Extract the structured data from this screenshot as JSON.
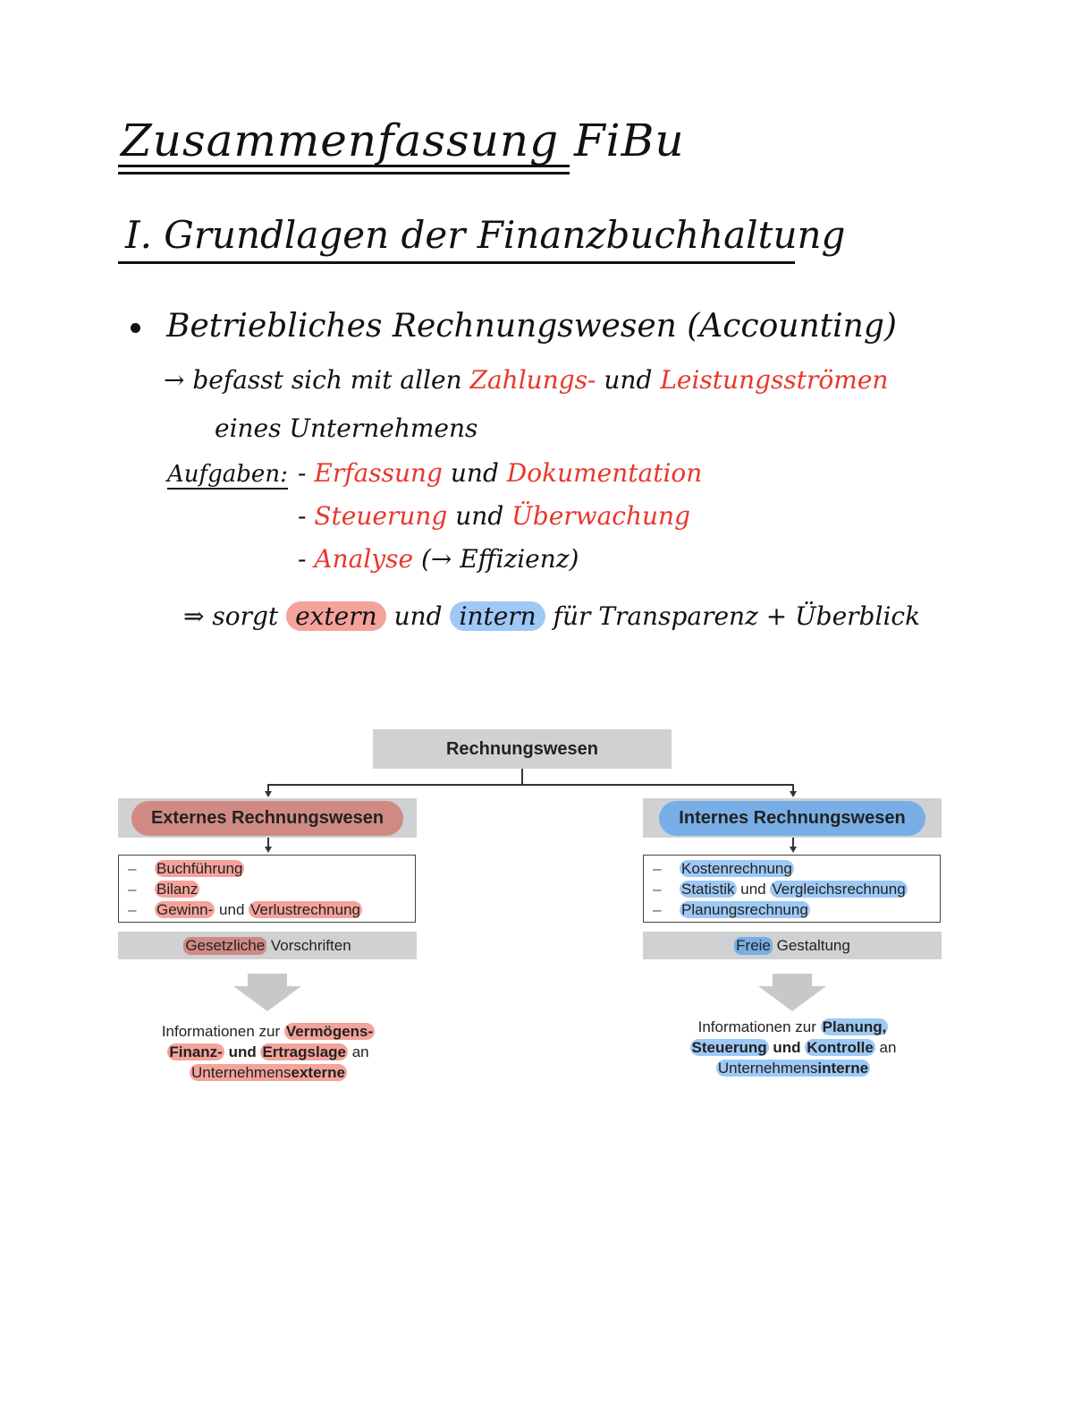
{
  "title": "Zusammenfassung FiBu",
  "section": "I. Grundlagen der Finanzbuchhaltung",
  "bullet": "Betriebliches Rechnungswesen (Accounting)",
  "line1": {
    "arrow": "→",
    "text1": "befasst sich mit allen",
    "red1": "Zahlungs-",
    "text2": "und",
    "red2": "Leistungsströmen"
  },
  "line2": "eines Unternehmens",
  "tasks": {
    "label": "Aufgaben:",
    "items": [
      {
        "dash": "-",
        "red1": "Erfassung",
        "mid": "und",
        "red2": "Dokumentation",
        "tail": ""
      },
      {
        "dash": "-",
        "red1": "Steuerung",
        "mid": "und",
        "red2": "Überwachung",
        "tail": ""
      },
      {
        "dash": "-",
        "red1": "Analyse",
        "mid": "",
        "red2": "",
        "tail": "(→ Effizienz)"
      }
    ]
  },
  "conclusion": {
    "prefix": "⇒ sorgt",
    "extern": "extern",
    "mid": "und",
    "intern": "intern",
    "suffix": "für Transparenz + Überblick"
  },
  "diagram": {
    "root": "Rechnungswesen",
    "external": {
      "title": "Externes Rechnungswesen",
      "items": [
        {
          "dash": "–",
          "hl1": "Buchführung",
          "plain": "",
          "hl2": ""
        },
        {
          "dash": "–",
          "hl1": "Bilanz",
          "plain": "",
          "hl2": ""
        },
        {
          "dash": "–",
          "hl1": "Gewinn-",
          "plain": " und ",
          "hl2": "Verlustrechnung"
        }
      ],
      "rule_hl": "Gesetzliche",
      "rule_plain": " Vorschriften",
      "info": {
        "p1": "Informationen zur ",
        "b1": "Vermögens-",
        "b2": "Finanz-",
        "p2": " und ",
        "b3": "Ertragslage",
        "p3": " an",
        "p4": "Unternehmens",
        "b4": "externe"
      }
    },
    "internal": {
      "title": "Internes Rechnungswesen",
      "items": [
        {
          "dash": "–",
          "hl1": "Kostenrechnung",
          "plain": "",
          "hl2": ""
        },
        {
          "dash": "–",
          "hl1": "Statistik",
          "plain": " und ",
          "hl2": "Vergleichsrechnung"
        },
        {
          "dash": "–",
          "hl1": "Planungsrechnung",
          "plain": "",
          "hl2": ""
        }
      ],
      "rule_hl": "Freie",
      "rule_plain": " Gestaltung",
      "info": {
        "p1": "Informationen zur ",
        "b1": "Planung,",
        "b2": "Steuerung",
        "p2": " und ",
        "b3": "Kontrolle",
        "p3": " an",
        "p4": "Unternehmens",
        "b4": "interne"
      }
    }
  },
  "colors": {
    "handwriting_red": "#e8372b",
    "highlight_red": "#f4a39b",
    "highlight_blue": "#9ec9f5",
    "box_grey": "#cfd1d3"
  }
}
